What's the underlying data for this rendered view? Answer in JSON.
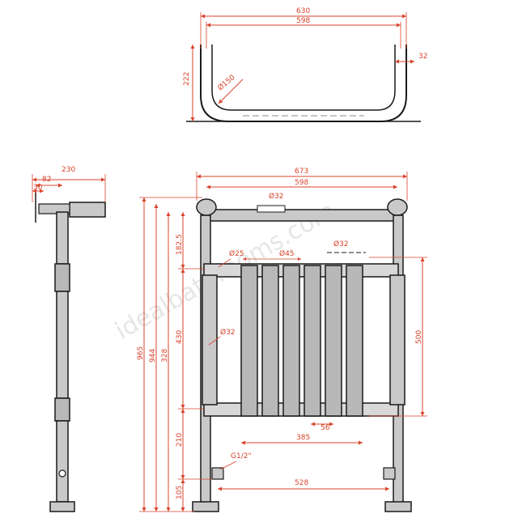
{
  "colors": {
    "dimension": "#d9432b",
    "outline": "#1a1a1a",
    "pipe_fill": "#c9c9c9",
    "column_fill": "#b8b8b8",
    "watermark": "#e6e6e6",
    "background": "#ffffff"
  },
  "watermark": "idealbathrooms.com",
  "top_view": {
    "width_outer": "630",
    "width_inner": "598",
    "pipe": "32",
    "depth": "222",
    "bend_radius": "Ø150"
  },
  "side_view": {
    "depth_total": "230",
    "offset": "82",
    "offset_small": "30"
  },
  "front_view": {
    "width_total": "673",
    "width_rail": "598",
    "rail_diameter": "Ø32",
    "height_965": "965",
    "height_944": "944",
    "height_328": "328",
    "top_offset": "182.5",
    "dia_25": "Ø25",
    "dia_45": "Ø45",
    "dia_32_columns": "Ø32",
    "dia_32_leg": "Ø32",
    "height_430": "430",
    "height_500": "500",
    "height_210": "210",
    "height_105": "105",
    "column_spacing": "56",
    "columns_width": "385",
    "valve": "G1/2\"",
    "legs_width": "528"
  }
}
